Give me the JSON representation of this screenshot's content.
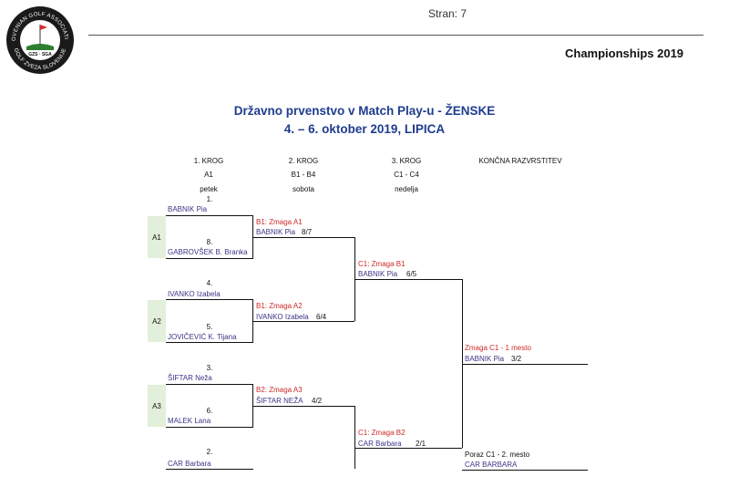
{
  "header": {
    "logo_text": "SLOVENIAN GOLF ASSOCIATION · GOLF ZVEZA SLOVENIJE",
    "logo_center": "GZS · SGA",
    "page_label": "Stran: 7",
    "championship": "Championships 2019"
  },
  "title": {
    "line1": "Državno prvenstvo v Match Play-u - ŽENSKE",
    "line2": "4. – 6. oktober 2019, LIPICA"
  },
  "columns": [
    {
      "round": "1. KROG",
      "codes": "A1",
      "day": "petek"
    },
    {
      "round": "2. KROG",
      "codes": "B1 - B4",
      "day": "sobota"
    },
    {
      "round": "3. KROG",
      "codes": "C1 - C4",
      "day": "nedelja"
    },
    {
      "round": "KONČNA RAZVRSTITEV"
    }
  ],
  "round1": {
    "groups": [
      "A1",
      "A2",
      "A3"
    ],
    "players": [
      {
        "seed": "1.",
        "name": "BABNIK Pia"
      },
      {
        "seed": "8.",
        "name": "GABROVŠEK B. Branka"
      },
      {
        "seed": "4.",
        "name": "IVANKO Izabela"
      },
      {
        "seed": "5.",
        "name": "JOVIČEVIĆ K. Tijana"
      },
      {
        "seed": "3.",
        "name": "ŠIFTAR Neža"
      },
      {
        "seed": "6.",
        "name": "MALEK Lana"
      },
      {
        "seed": "2.",
        "name": "CAR Barbara"
      }
    ]
  },
  "round2": [
    {
      "result": "B1: Zmaga  A1",
      "name": "BABNIK Pia",
      "score": "8/7"
    },
    {
      "result": "B1: Zmaga  A2",
      "name": "IVANKO Izabela",
      "score": "6/4"
    },
    {
      "result": "B2:  Zmaga  A3",
      "name": "ŠIFTAR NEŽA",
      "score": "4/2"
    }
  ],
  "round3": [
    {
      "result": "C1: Zmaga B1",
      "name": "BABNIK Pia",
      "score": "6/5"
    },
    {
      "result": "C1: Zmaga B2",
      "name": "CAR Barbara",
      "score": "2/1"
    }
  ],
  "final": [
    {
      "result": "Zmaga C1 - 1 mesto",
      "name": "BABNIK Pia",
      "score": "3/2"
    },
    {
      "result": "Poraz C1 -  2. mesto",
      "name": "CAR BARBARA"
    }
  ],
  "colors": {
    "title": "#1f3c8f",
    "player": "#3b3587",
    "result": "#cc2a2a",
    "group_fill": "#e2efda"
  }
}
